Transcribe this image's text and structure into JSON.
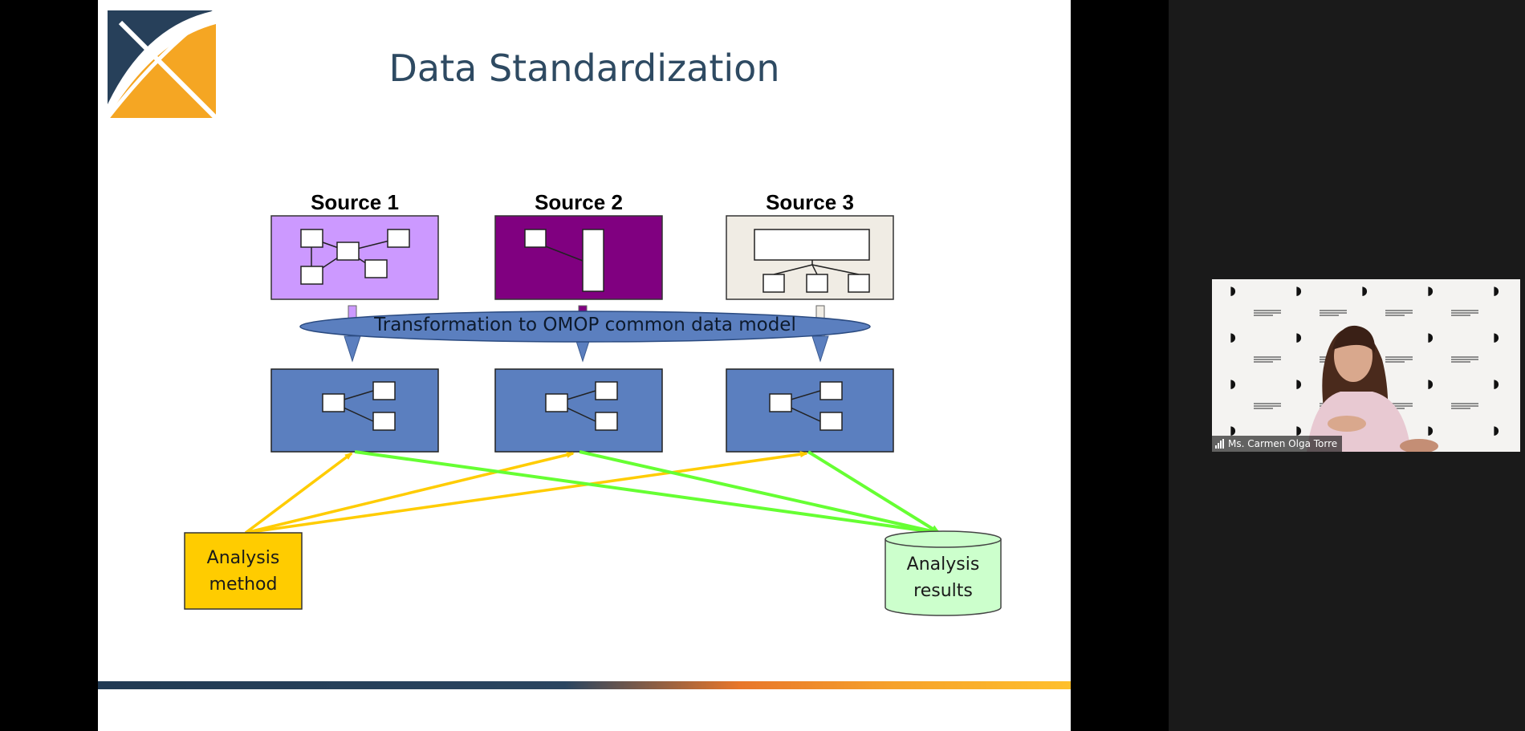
{
  "slide": {
    "title": "Data Standardization",
    "sources": [
      {
        "label": "Source 1",
        "color": "#cc99ff"
      },
      {
        "label": "Source 2",
        "color": "#800080"
      },
      {
        "label": "Source 3",
        "color": "#f0ece4"
      }
    ],
    "transformation_label": "Transformation to OMOP common data model",
    "cdm_color": "#5b7fbf",
    "analysis_method_line1": "Analysis",
    "analysis_method_line2": "method",
    "analysis_results_line1": "Analysis",
    "analysis_results_line2": "results",
    "analysis_method_color": "#ffcc00",
    "analysis_results_color": "#ccffcc",
    "arrow_colors": {
      "method_to_cdm": "#ffcc00",
      "cdm_to_results": "#66ff33"
    }
  },
  "participant": {
    "name": "Ms. Carmen Olga Torre",
    "mic_icon": "signal-strength-icon"
  }
}
